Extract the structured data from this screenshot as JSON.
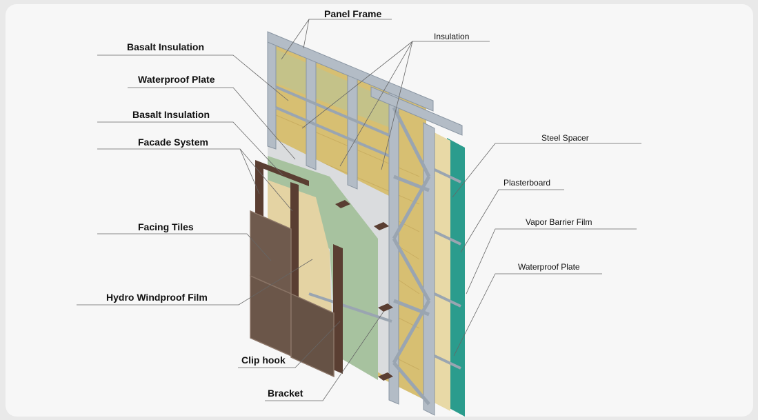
{
  "labels": {
    "panel_frame": "Panel Frame",
    "insulation": "Insulation",
    "basalt_insulation_top": "Basalt Insulation",
    "waterproof_plate_left": "Waterproof Plate",
    "basalt_insulation_mid": "Basalt Insulation",
    "facade_system": "Facade System",
    "steel_spacer": "Steel Spacer",
    "plasterboard": "Plasterboard",
    "vapor_barrier_film": "Vapor Barrier Film",
    "waterproof_plate_right": "Waterproof Plate",
    "facing_tiles": "Facing Tiles",
    "hydro_windproof_film": "Hydro Windproof Film",
    "clip_hook": "Clip hook",
    "bracket": "Bracket"
  },
  "colors": {
    "steel": "#b3bcc6",
    "insulation": "#dcc47c",
    "membrane": "#a9c2a2",
    "board": "#d7d9db",
    "tile": "#6b5649",
    "cladding_rail": "#5a3e32",
    "vapor_film": "#2b9c8d"
  }
}
